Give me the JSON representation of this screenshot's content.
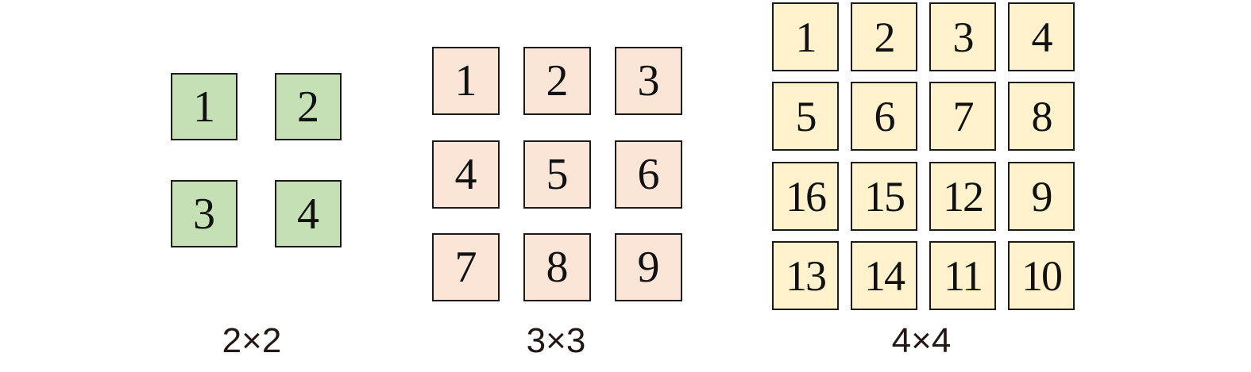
{
  "colors": {
    "tile_2x2": "#c5e0b4",
    "tile_3x3": "#fbe5d6",
    "tile_4x4": "#fff2cc",
    "border": "#1a1a1a"
  },
  "grids": [
    {
      "id": "2x2",
      "caption": "2×2",
      "tiles": [
        "1",
        "2",
        "3",
        "4"
      ]
    },
    {
      "id": "3x3",
      "caption": "3×3",
      "tiles": [
        "1",
        "2",
        "3",
        "4",
        "5",
        "6",
        "7",
        "8",
        "9"
      ]
    },
    {
      "id": "4x4",
      "caption": "4×4",
      "tiles": [
        "1",
        "2",
        "3",
        "4",
        "5",
        "6",
        "7",
        "8",
        "16",
        "15",
        "12",
        "9",
        "13",
        "14",
        "11",
        "10"
      ]
    }
  ]
}
